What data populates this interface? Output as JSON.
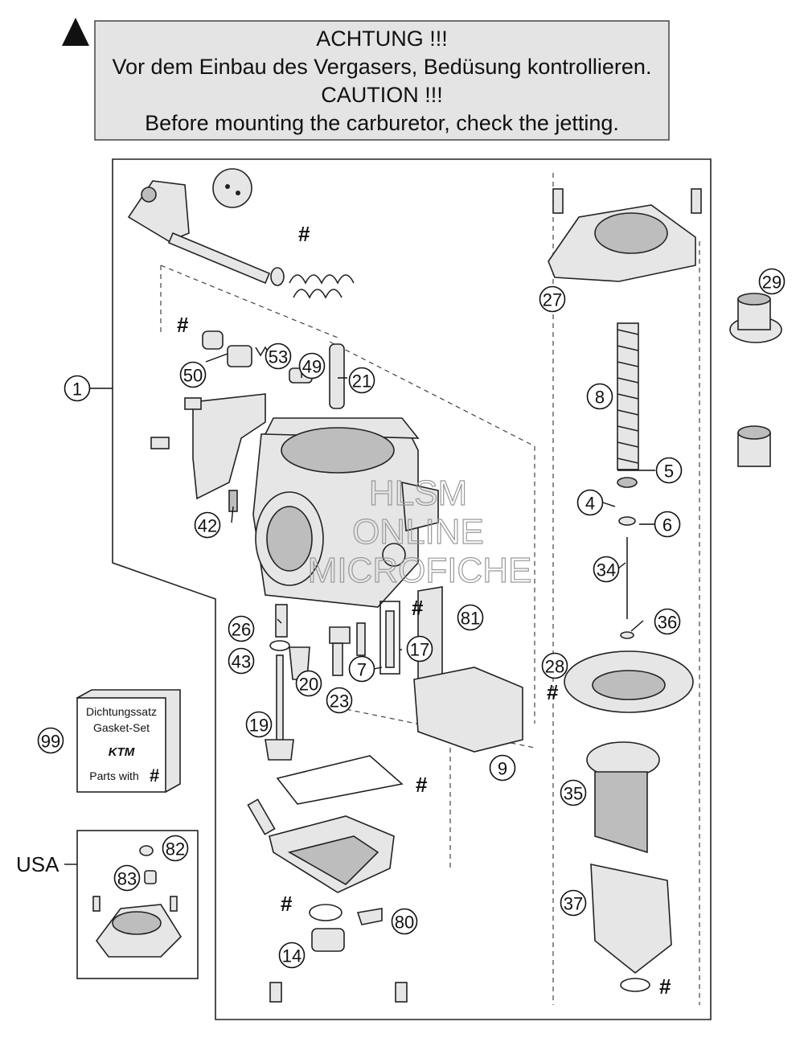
{
  "caution": {
    "lines": [
      "ACHTUNG !!!",
      "Vor dem Einbau des Vergasers, Bedüsung kontrollieren.",
      "CAUTION !!!",
      "Before mounting the carburetor, check the jetting."
    ]
  },
  "watermark": {
    "lines": [
      "HLSM",
      "ONLINE",
      "MICROFICHE"
    ]
  },
  "gasket_box": {
    "line1": "Dichtungssatz",
    "line2": "Gasket-Set",
    "brand": "KTM",
    "line3": "Parts with",
    "hash": "#"
  },
  "usa_label": "USA",
  "hash_symbol": "#",
  "callouts": [
    "1",
    "29",
    "27",
    "8",
    "5",
    "4",
    "6",
    "34",
    "36",
    "28",
    "35",
    "37",
    "9",
    "81",
    "17",
    "7",
    "23",
    "20",
    "43",
    "26",
    "19",
    "21",
    "49",
    "53",
    "50",
    "42",
    "99",
    "82",
    "83",
    "80",
    "14"
  ]
}
